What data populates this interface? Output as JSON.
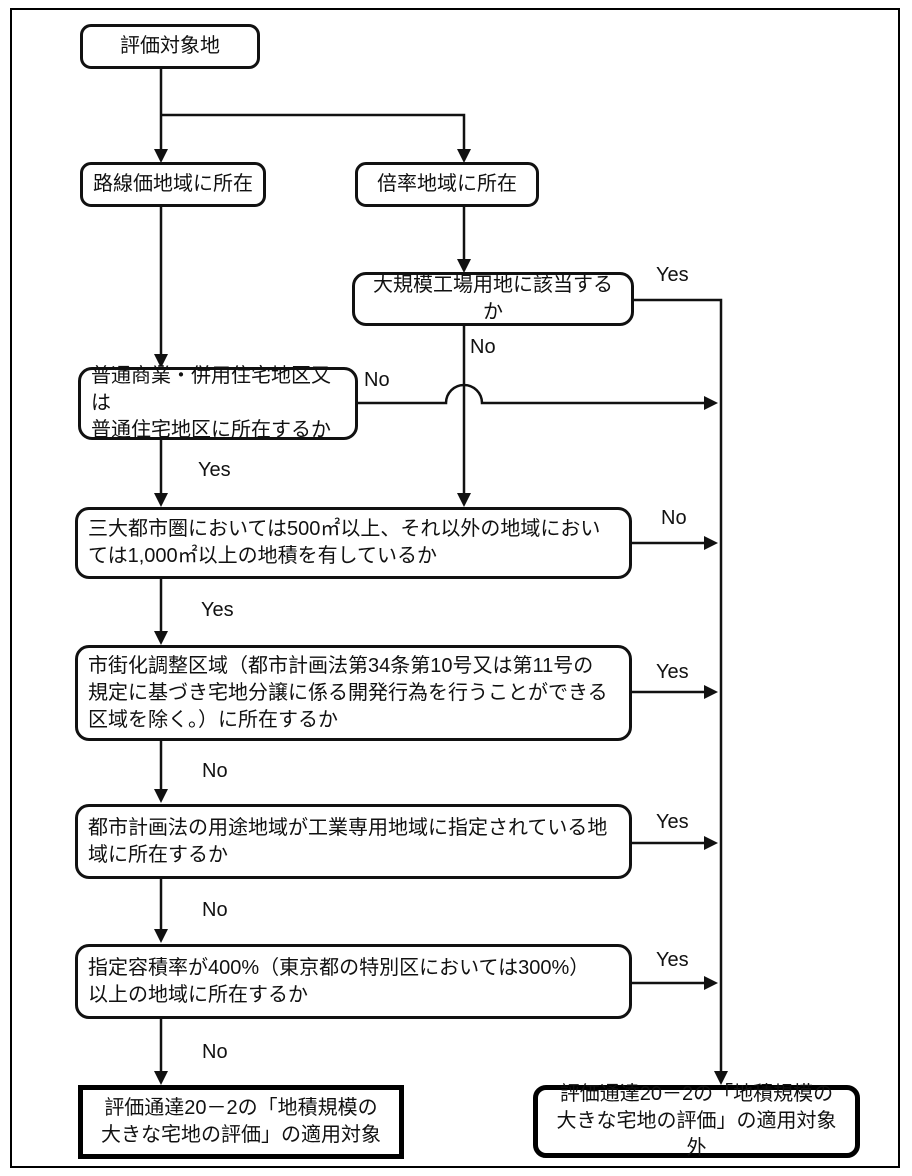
{
  "flow": {
    "nodes": {
      "eval_target": {
        "text": "評価対象地"
      },
      "rosenka": {
        "text": "路線価地域に所在"
      },
      "bairitsu": {
        "text": "倍率地域に所在"
      },
      "large_factory": {
        "text": "大規模工場用地に該当するか"
      },
      "futsu_shogyo": {
        "lines": [
          "普通商業・併用住宅地区又は",
          "普通住宅地区に所在するか"
        ]
      },
      "sandai_toshiken": {
        "lines": [
          "三大都市圏においては500㎡以上、それ以外の地域におい",
          "ては1,000㎡以上の地積を有しているか"
        ]
      },
      "shigaika_chosei": {
        "lines": [
          "市街化調整区域（都市計画法第34条第10号又は第11号の",
          "規定に基づき宅地分譲に係る開発行為を行うことができる",
          "区域を除く。）に所在するか"
        ]
      },
      "yoto_chiiki": {
        "lines": [
          "都市計画法の用途地域が工業専用地域に指定されている地",
          "域に所在するか"
        ]
      },
      "yosekiritsu": {
        "lines": [
          "指定容積率が400%（東京都の特別区においては300%）",
          "以上の地域に所在するか"
        ]
      },
      "result_applicable": {
        "lines": [
          "評価通達20－2の「地積規模の",
          "大きな宅地の評価」の適用対象"
        ]
      },
      "result_not_applicable": {
        "lines": [
          "評価通達20－2の「地積規模の",
          "大きな宅地の評価」の適用対象外"
        ]
      }
    },
    "edge_labels": {
      "futsu_no": "No",
      "large_factory_yes": "Yes",
      "large_factory_no": "No",
      "futsu_yes": "Yes",
      "sandai_no": "No",
      "sandai_yes": "Yes",
      "shigaika_yes": "Yes",
      "shigaika_no": "No",
      "yoto_yes": "Yes",
      "yoto_no": "No",
      "yoseki_yes": "Yes",
      "yoseki_no": "No"
    },
    "colors": {
      "line": "#111111",
      "background": "#ffffff"
    }
  }
}
